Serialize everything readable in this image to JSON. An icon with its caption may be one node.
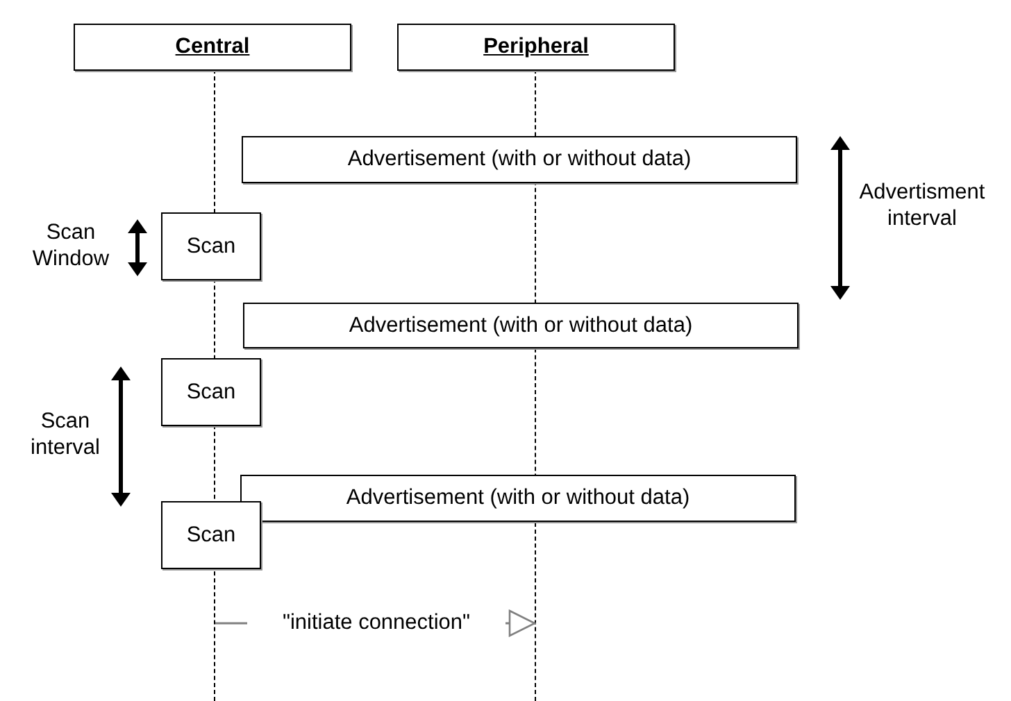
{
  "diagram": {
    "nodes": [
      {
        "text": [
          "Central"
        ]
      },
      {
        "text": [
          "Peripheral"
        ]
      },
      {
        "text": [],
        "shape": "line"
      },
      {
        "text": [],
        "shape": "line"
      },
      {
        "text": [
          "Advertisement (with or without data)"
        ]
      },
      {
        "text": [
          "Scan"
        ]
      },
      {
        "text": [
          "Advertisement (with or without data)"
        ]
      },
      {
        "text": [
          "Scan"
        ]
      },
      {
        "text": [
          "Advertisement (with or without data)"
        ]
      },
      {
        "text": [
          "Scan"
        ]
      }
    ],
    "edges": [
      {
        "from": 2,
        "to": 3,
        "arrow": "to",
        "label": "\"initiate connection\"",
        "color": "#808080"
      }
    ],
    "labels": [
      "Scan Window",
      "Advertisment interval",
      "Scan interval"
    ]
  }
}
